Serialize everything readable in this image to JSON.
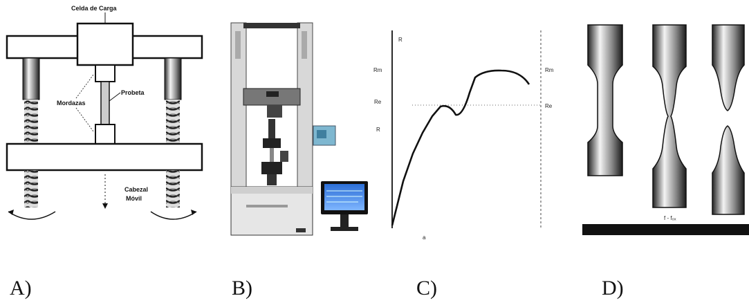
{
  "panels": [
    {
      "caption": "A)",
      "labels": {
        "load_cell": "Celda de Carga",
        "grips": "Mordazas",
        "specimen": "Probeta",
        "crosshead_line1": "Cabezal",
        "crosshead_line2": "Móvil"
      }
    },
    {
      "caption": "B)"
    },
    {
      "caption": "C)",
      "axis_y": "R",
      "ticks_left": [
        "Rm",
        "Re",
        "R"
      ],
      "tick_x": "a",
      "ticks_right": [
        "Rm",
        "Re"
      ]
    },
    {
      "caption": "D)",
      "formula": "f - f₀ₓ"
    }
  ]
}
